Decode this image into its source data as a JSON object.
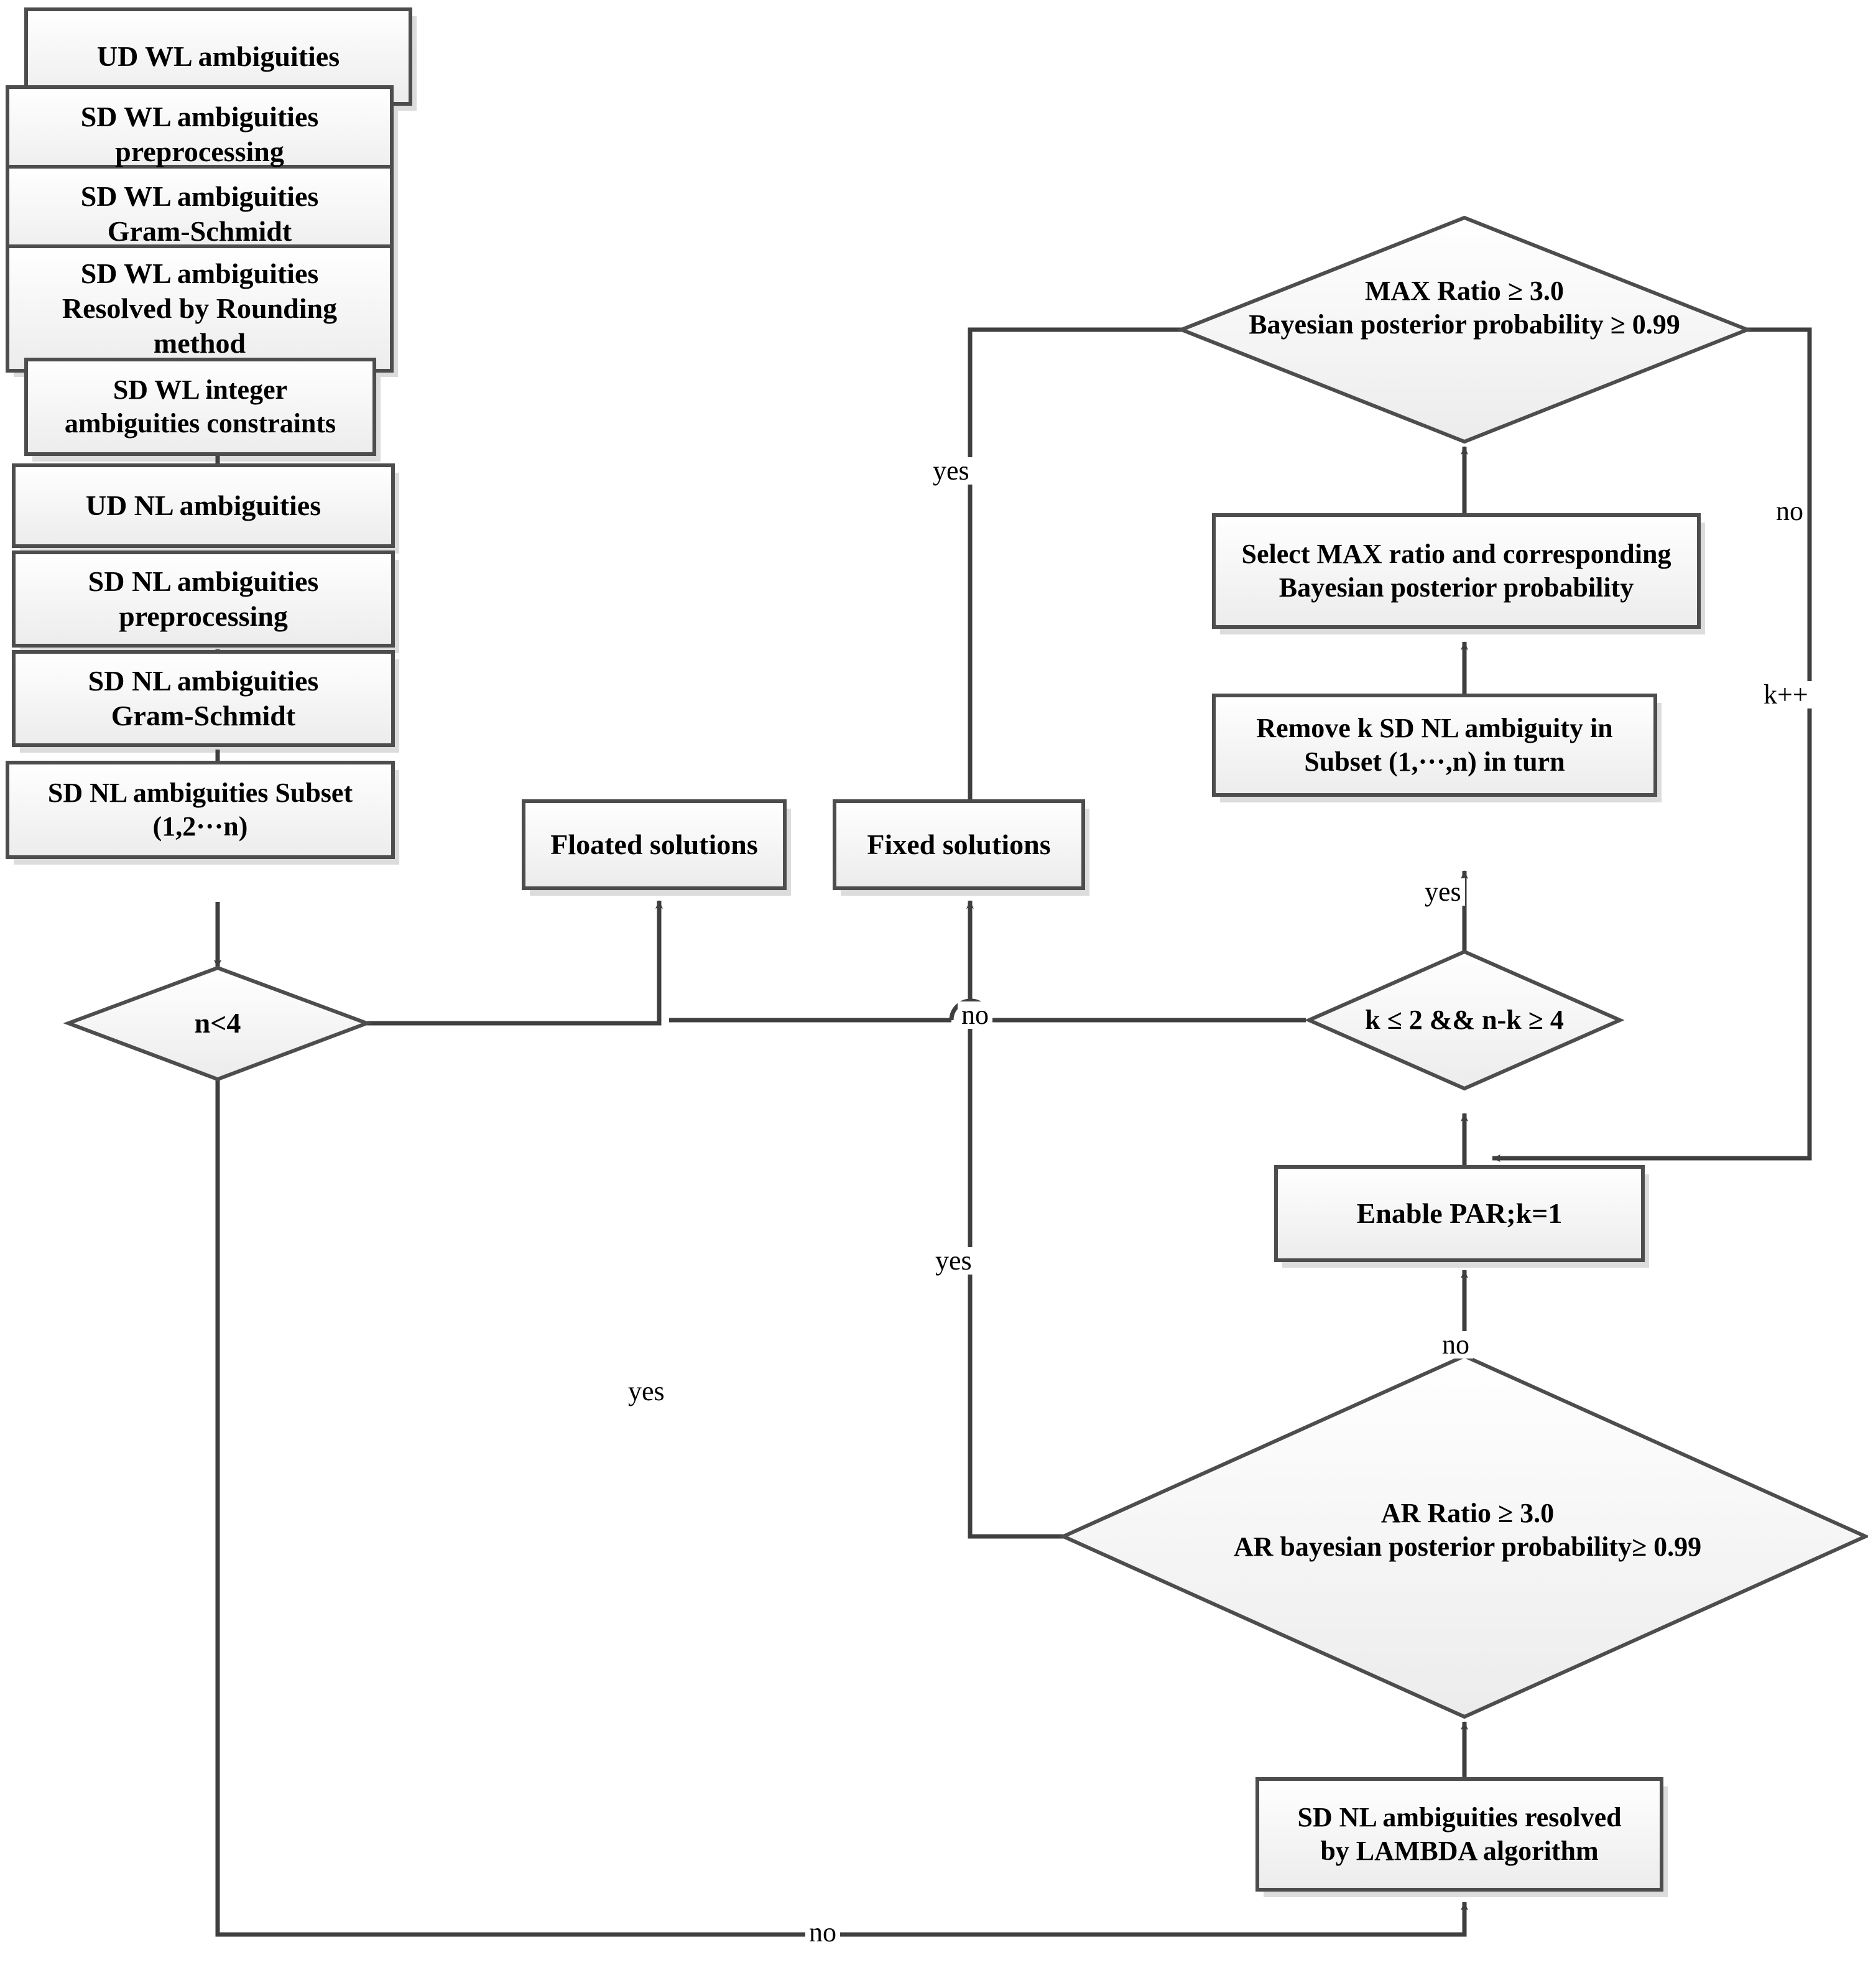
{
  "diagram": {
    "title": "PAR ambiguity resolution flowchart",
    "style": {
      "box_fill_top": "#ffffff",
      "box_fill_bottom": "#ededed",
      "box_stroke": "#4d4d4d",
      "line_color": "#3f3f3f",
      "shadow_color": "#d9d9d9",
      "text_color": "#000000"
    },
    "nodes": [
      {
        "id": "ud_wl",
        "shape": "process",
        "label": "UD WL ambiguities"
      },
      {
        "id": "sd_wl_pre",
        "shape": "process",
        "label": "SD WL ambiguities\npreprocessing"
      },
      {
        "id": "sd_wl_gs",
        "shape": "process",
        "label": "SD WL ambiguities\nGram-Schmidt"
      },
      {
        "id": "sd_wl_round",
        "shape": "process",
        "label": "SD WL ambiguities\nResolved by Rounding\nmethod"
      },
      {
        "id": "sd_wl_int",
        "shape": "process",
        "label": "SD WL integer\nambiguities constraints"
      },
      {
        "id": "ud_nl",
        "shape": "process",
        "label": "UD NL ambiguities"
      },
      {
        "id": "sd_nl_pre",
        "shape": "process",
        "label": "SD NL ambiguities\npreprocessing"
      },
      {
        "id": "sd_nl_gs",
        "shape": "process",
        "label": "SD NL ambiguities\nGram-Schmidt"
      },
      {
        "id": "sd_nl_subset",
        "shape": "process",
        "label": "SD NL ambiguities Subset\n(1,2···n)"
      },
      {
        "id": "n_lt_4",
        "shape": "decision",
        "label": "n<4"
      },
      {
        "id": "floated",
        "shape": "process",
        "label": "Floated solutions"
      },
      {
        "id": "fixed",
        "shape": "process",
        "label": "Fixed solutions"
      },
      {
        "id": "max_ratio",
        "shape": "decision",
        "label": "MAX Ratio ≥ 3.0\nBayesian posterior probability ≥ 0.99"
      },
      {
        "id": "select_max",
        "shape": "process",
        "label": "Select MAX ratio and corresponding\nBayesian posterior probability"
      },
      {
        "id": "remove_k",
        "shape": "process",
        "label": "Remove k SD NL ambiguity in\nSubset (1,···,n) in turn"
      },
      {
        "id": "k_cond",
        "shape": "decision",
        "label": "k ≤ 2 &&  n-k ≥ 4"
      },
      {
        "id": "enable_par",
        "shape": "process",
        "label": "Enable PAR;k=1"
      },
      {
        "id": "ar_ratio",
        "shape": "decision",
        "label": "AR  Ratio  ≥ 3.0\nAR bayesian posterior probability≥  0.99"
      },
      {
        "id": "lambda",
        "shape": "process",
        "label": "SD NL ambiguities resolved\nby LAMBDA algorithm"
      }
    ],
    "edge_labels": [
      {
        "id": "max_yes",
        "text": "yes"
      },
      {
        "id": "max_no",
        "text": "no"
      },
      {
        "id": "k_plus",
        "text": "k++"
      },
      {
        "id": "k_yes",
        "text": "yes"
      },
      {
        "id": "k_no",
        "text": "no"
      },
      {
        "id": "ar_no",
        "text": "no"
      },
      {
        "id": "ar_yes",
        "text": "yes"
      },
      {
        "id": "n4_yes",
        "text": "yes"
      },
      {
        "id": "n4_no",
        "text": "no"
      }
    ]
  }
}
